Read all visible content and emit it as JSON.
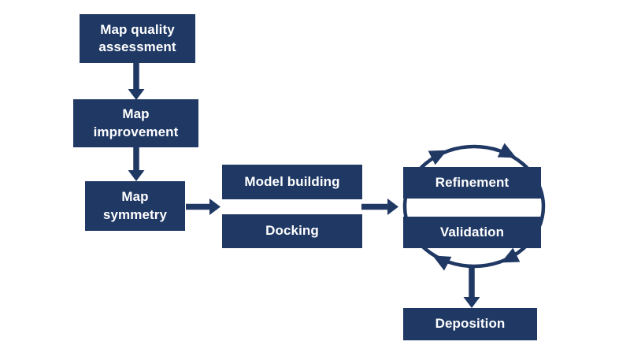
{
  "colors": {
    "shape_fill": "#1F3864",
    "shape_text": "#FFFFFF",
    "arrow": "#1F3864",
    "background": "#FFFFFF"
  },
  "flowchart": {
    "nodes": [
      {
        "id": "map-quality-assessment",
        "label": "Map quality\nassessment"
      },
      {
        "id": "map-improvement",
        "label": "Map\nimprovement"
      },
      {
        "id": "map-symmetry",
        "label": "Map\nsymmetry"
      },
      {
        "id": "model-building",
        "label": "Model building"
      },
      {
        "id": "docking",
        "label": "Docking"
      },
      {
        "id": "refinement",
        "label": "Refinement"
      },
      {
        "id": "validation",
        "label": "Validation"
      },
      {
        "id": "deposition",
        "label": "Deposition"
      }
    ],
    "edges": [
      {
        "from": "Map quality assessment",
        "to": "Map improvement"
      },
      {
        "from": "Map improvement",
        "to": "Map symmetry"
      },
      {
        "from": "Map symmetry",
        "to": "Model building / Docking"
      },
      {
        "from": "Model building / Docking",
        "to": "Refinement / Validation"
      },
      {
        "from": "Refinement / Validation cycle",
        "to": "Deposition"
      }
    ],
    "cycle": {
      "nodes": [
        "Refinement",
        "Validation"
      ],
      "direction": "clockwise"
    }
  }
}
